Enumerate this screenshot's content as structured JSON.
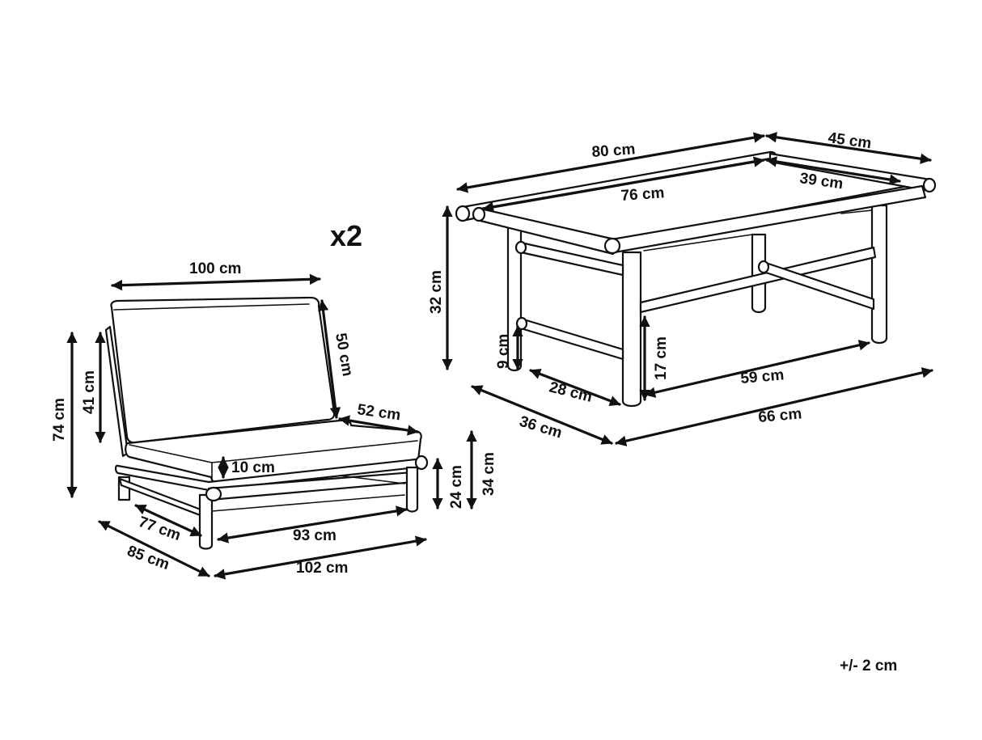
{
  "diagram": {
    "quantity_label": "x2",
    "tolerance_label": "+/- 2 cm",
    "chair": {
      "width_top": "100 cm",
      "backrest_height": "50 cm",
      "seat_depth_cushion": "52 cm",
      "total_height": "74 cm",
      "back_height": "41 cm",
      "cushion_thickness": "10 cm",
      "seat_height": "24 cm",
      "cushion_top_height": "34 cm",
      "inner_depth": "77 cm",
      "inner_width": "93 cm",
      "total_depth": "85 cm",
      "total_width": "102 cm"
    },
    "table": {
      "total_length": "80 cm",
      "total_width": "45 cm",
      "top_length": "76 cm",
      "top_width": "39 cm",
      "height": "32 cm",
      "shelf_clearance_side": "9 cm",
      "shelf_clearance_front": "17 cm",
      "shelf_depth": "28 cm",
      "shelf_length": "59 cm",
      "leg_depth": "36 cm",
      "leg_length": "66 cm"
    }
  }
}
